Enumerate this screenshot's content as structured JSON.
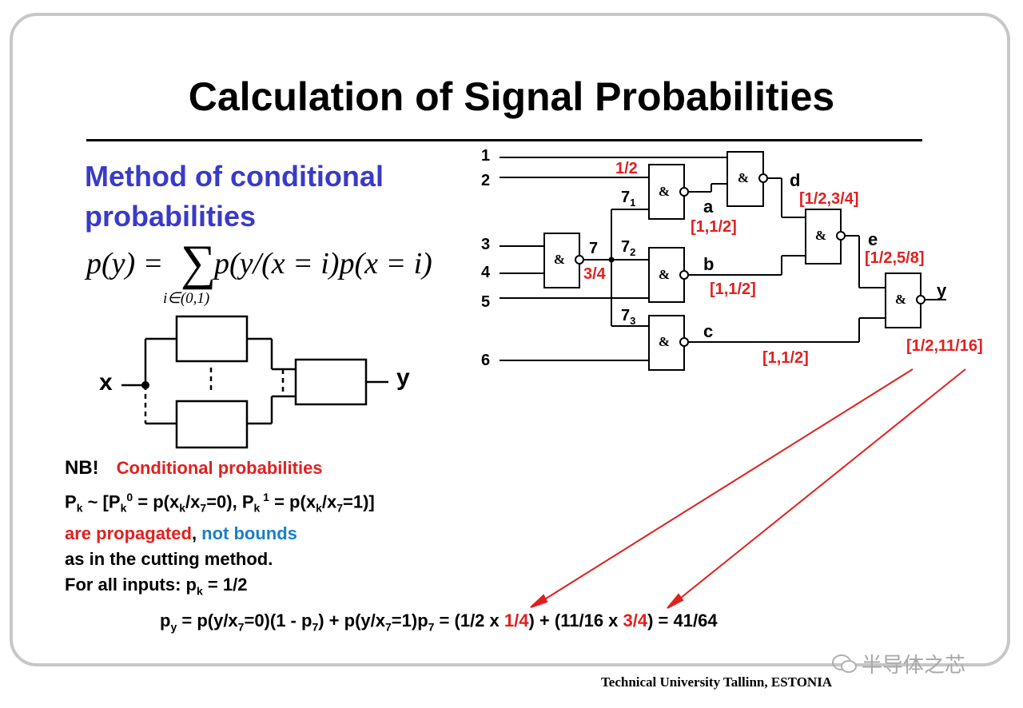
{
  "title": "Calculation of Signal Probabilities",
  "method": {
    "line1": "Method of conditional",
    "line2": "probabilities"
  },
  "equation": {
    "lhs": "p(y) =",
    "sum": "∑",
    "sub": "i∈(0,1)",
    "rhs": "p(y/(x = i)p(x = i)"
  },
  "diagram": {
    "x": "x",
    "y": "y"
  },
  "gate": "&",
  "circuit": {
    "inputs": [
      "1",
      "2",
      "3",
      "4",
      "5",
      "6"
    ],
    "node7": "7",
    "p7": "3/4",
    "branch1": "7",
    "branch1_sub": "1",
    "branch2": "7",
    "branch2_sub": "2",
    "branch3": "7",
    "branch3_sub": "3",
    "half": "1/2",
    "a": "a",
    "a_val": "[1,1/2]",
    "b": "b",
    "b_val": "[1,1/2]",
    "c": "c",
    "c_val": "[1,1/2]",
    "d": "d",
    "d_val": "[1/2,3/4]",
    "e": "e",
    "e_val": "[1/2,5/8]",
    "y": "y",
    "y_val": "[1/2,11/16]"
  },
  "notes": {
    "nb": "NB!",
    "cond": "Conditional probabilities",
    "pk": {
      "P": "P",
      "k": "k",
      "open": " ~ [P",
      "sup0": "0",
      "mid0": " = p(x",
      "x7a": "7",
      "eq0": "=0), P",
      "sup1": " 1",
      "mid1": " = p(x",
      "eq1": "=1)]",
      "slash": "/x"
    },
    "propagated": "are propagated",
    "comma": ", ",
    "not_bounds": "not bounds",
    "line3": "as in the cutting method.",
    "line4_pre": "For all inputs:  p",
    "line4_post": " = 1/2"
  },
  "formula": {
    "p": "p",
    "y": "y",
    "part1": " = p(y/x",
    "s7": "7",
    "part2": "=0)(1 - p",
    "part3": ") + p(y/x",
    "part4": "=1)p",
    "part5": " = (1/2 x ",
    "r1": "1/4",
    "part6": ") + (11/16 x ",
    "r2": "3/4",
    "part7": ") = 41/64"
  },
  "footer": "Technical University Tallinn, ESTONIA",
  "watermark": "半导体之芯",
  "colors": {
    "red": "#e02020",
    "blue": "#3a3ac8",
    "note_blue": "#1a7fc8"
  }
}
